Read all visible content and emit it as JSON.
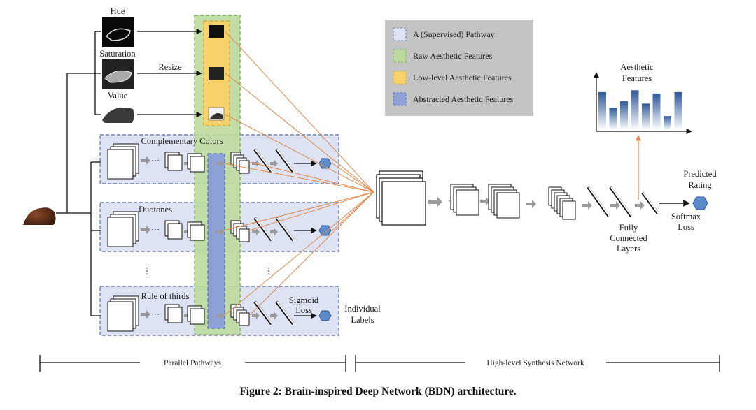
{
  "inputs": {
    "hue": "Hue",
    "saturation": "Saturation",
    "value": "Value",
    "resize": "Resize"
  },
  "legend": {
    "items": [
      {
        "label": "A (Supervised) Pathway",
        "color": "#dde3f2",
        "border": "#6b7fb5"
      },
      {
        "label": "Raw Aesthetic Features",
        "color": "#bcd99c",
        "border": "#7fae5e"
      },
      {
        "label": "Low-level Aesthetic Features",
        "color": "#f7d26a",
        "border": "#d8a63a"
      },
      {
        "label": "Abstracted Aesthetic Features",
        "color": "#8ea2d8",
        "border": "#5a6fae"
      }
    ]
  },
  "pathways": {
    "complementary": "Complementary Colors",
    "duotones": "Duotones",
    "rule_of_thirds": "Rule of thirds",
    "ellipsis": "⋮",
    "sigmoid_loss_1": "Sigmoid",
    "sigmoid_loss_2": "Loss",
    "individual_labels_1": "Individual",
    "individual_labels_2": "Labels"
  },
  "synthesis": {
    "aesthetic_features_1": "Aesthetic",
    "aesthetic_features_2": "Features",
    "predicted_rating_1": "Predicted",
    "predicted_rating_2": "Rating",
    "softmax_1": "Softmax",
    "softmax_2": "Loss",
    "fc_1": "Fully",
    "fc_2": "Connected",
    "fc_3": "Layers",
    "feature_bars": [
      0.82,
      0.48,
      0.62,
      0.86,
      0.57,
      0.79,
      0.3,
      0.82
    ]
  },
  "bottom": {
    "parallel": "Parallel Pathways",
    "synthesis": "High-level Synthesis Network"
  },
  "caption": "Figure 2: Brain-inspired Deep Network (BDN) architecture.",
  "colors": {
    "hex": "#5b8bc9",
    "orange": "#e08a4e",
    "gray_arrow": "#9a9a9a",
    "pathway_bg": "#dde3f2",
    "raw_green": "#bcd99c",
    "low_yellow": "#f7d26a",
    "abstract_blue": "#8ea2d8",
    "legend_bg": "#c4c4c4"
  }
}
